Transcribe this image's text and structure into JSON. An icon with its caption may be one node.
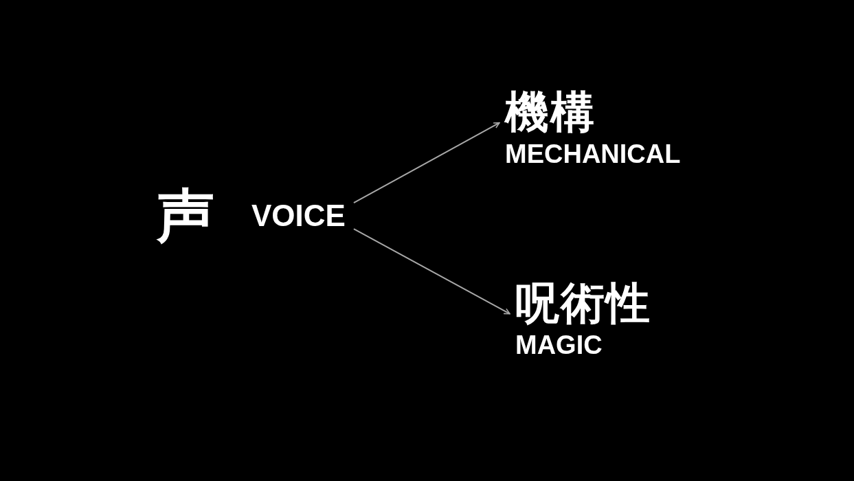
{
  "diagram": {
    "nodes": [
      {
        "text": [
          "声",
          "VOICE"
        ]
      },
      {
        "text": [
          "機構",
          "MECHANICAL"
        ]
      },
      {
        "text": [
          "呪術性",
          "MAGIC"
        ]
      }
    ],
    "edges": [
      {
        "from": 0,
        "to": 1,
        "arrow": "to"
      },
      {
        "from": 0,
        "to": 2,
        "arrow": "to"
      }
    ]
  }
}
